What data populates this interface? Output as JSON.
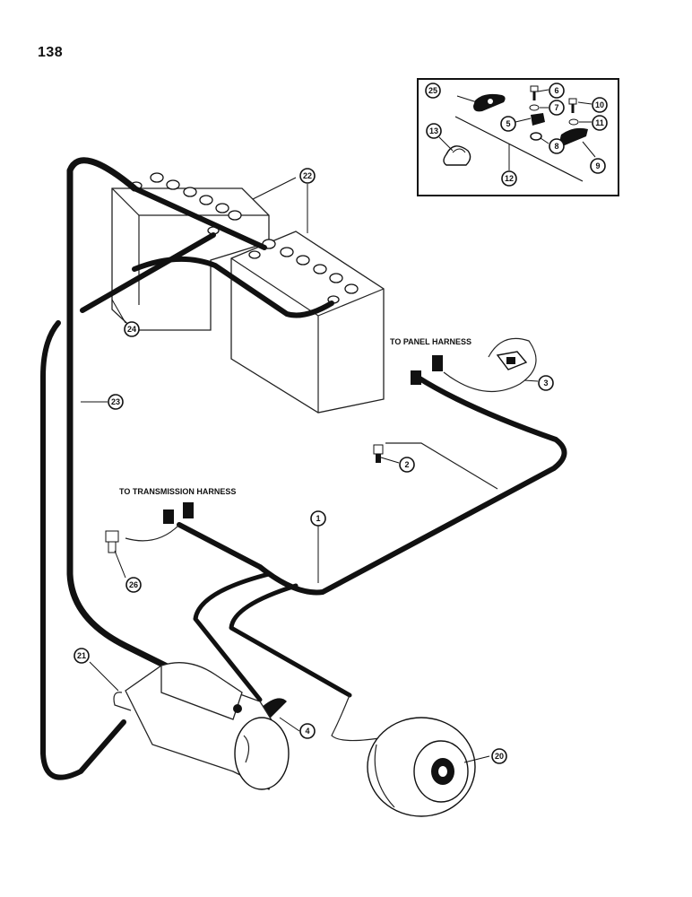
{
  "page_number": "138",
  "labels": {
    "panel_harness": "TO PANEL HARNESS",
    "transmission_harness": "TO TRANSMISSION HARNESS"
  },
  "callouts": {
    "harness_main": "1",
    "sender_2": "2",
    "switch_3": "3",
    "clamp_4": "4",
    "clip_5": "5",
    "bolt_6": "6",
    "washer_7": "7",
    "nut_8": "8",
    "cable_clip_9": "9",
    "bolt_10": "10",
    "washer_11": "11",
    "tie_strap_12": "12",
    "clip_13": "13",
    "alternator_20": "20",
    "starter_21": "21",
    "batteries_22": "22",
    "cable_23": "23",
    "cable_24": "24",
    "cable_clip_25": "25",
    "sender_26": "26"
  }
}
